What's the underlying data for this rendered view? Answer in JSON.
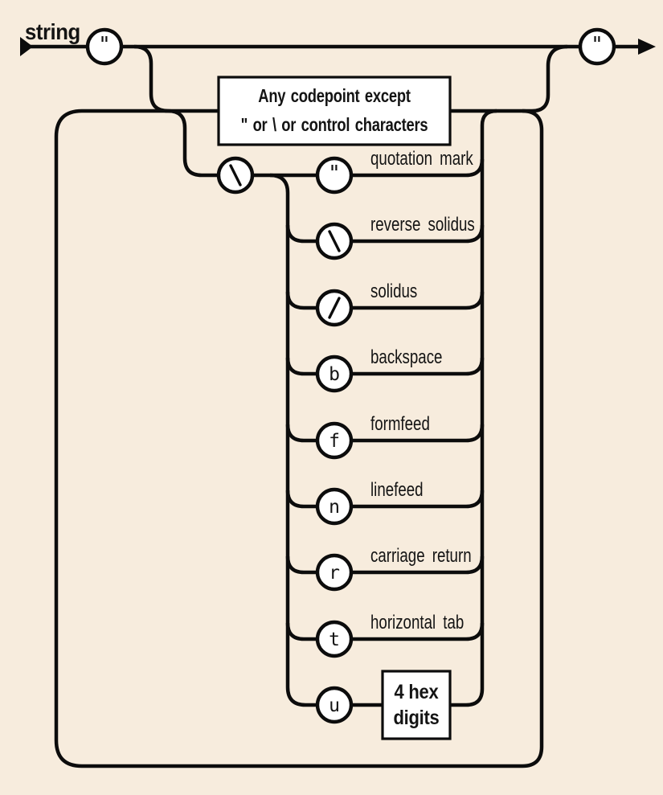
{
  "diagram": {
    "title": "string",
    "background_color": "#f7ecdd",
    "line_color": "#0c0c0c",
    "node_fill": "#ffffff",
    "open_quote": "\"",
    "close_quote": "\"",
    "char_box": {
      "line1": "Any codepoint except",
      "line2": "\" or \\ or control characters"
    },
    "escape_intro_glyph": "\\",
    "escape_rows": [
      {
        "glyph": "\"",
        "label": "quotation mark"
      },
      {
        "glyph": "\\",
        "label": "reverse solidus"
      },
      {
        "glyph": "/",
        "label": "solidus"
      },
      {
        "glyph": "b",
        "label": "backspace"
      },
      {
        "glyph": "f",
        "label": "formfeed"
      },
      {
        "glyph": "n",
        "label": "linefeed"
      },
      {
        "glyph": "r",
        "label": "carriage return"
      },
      {
        "glyph": "t",
        "label": "horizontal tab"
      },
      {
        "glyph": "u",
        "label": ""
      }
    ],
    "hex_box": {
      "line1": "4 hex",
      "line2": "digits"
    }
  }
}
